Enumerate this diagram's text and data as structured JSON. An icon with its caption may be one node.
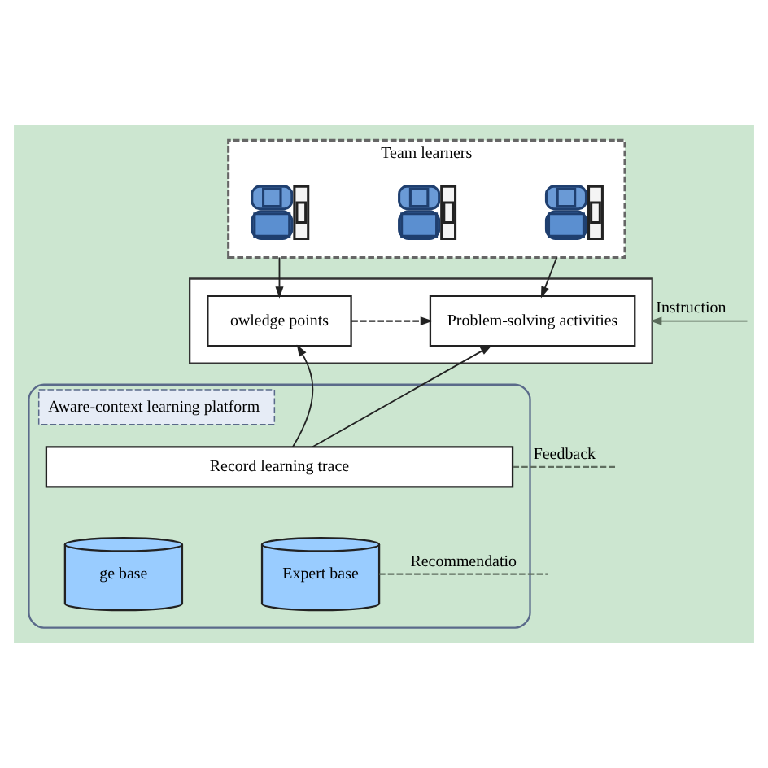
{
  "diagram": {
    "nodes": [
      {
        "text": [
          "Team learners"
        ]
      },
      {
        "text": [],
        "shape": "person",
        "in": 0
      },
      {
        "text": [],
        "shape": "person",
        "in": 0
      },
      {
        "text": [],
        "shape": "person",
        "in": 0
      },
      {
        "text": [],
        "shape": "box"
      },
      {
        "text": [
          "owledge points"
        ],
        "in": 4
      },
      {
        "text": [
          "Problem-solving activities"
        ],
        "in": 4
      },
      {
        "text": [
          "Aware-context learning platform"
        ]
      },
      {
        "text": [
          "Record learning trace"
        ],
        "in": 7
      },
      {
        "text": [
          "ge base"
        ],
        "in": 7
      },
      {
        "text": [
          "Expert base"
        ],
        "in": 7
      }
    ],
    "edges": [
      {
        "from": 0,
        "to": 5,
        "arrow": "to"
      },
      {
        "from": 0,
        "to": 6,
        "arrow": "to"
      },
      {
        "from": 5,
        "to": 6,
        "arrow": "to",
        "style": "dashed"
      },
      {
        "from": 8,
        "to": 5,
        "arrow": "to"
      },
      {
        "from": 8,
        "to": 6,
        "arrow": "to"
      },
      {
        "from": null,
        "to": 4,
        "arrow": "to",
        "label": "Instruction",
        "color": "#5b6b5b"
      },
      {
        "from": 8,
        "to": null,
        "arrow": "none",
        "style": "dashed",
        "label": "Feedback",
        "color": "#5f6e5f"
      },
      {
        "from": 10,
        "to": null,
        "arrow": "none",
        "style": "dashed",
        "label": "Recommendatio",
        "color": "#5f6e5f"
      }
    ]
  }
}
